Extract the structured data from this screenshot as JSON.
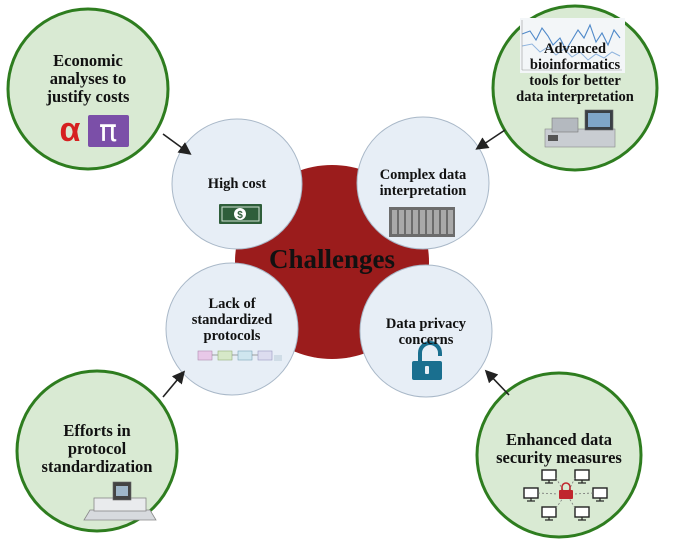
{
  "center": {
    "title": "Challenges"
  },
  "challenges": {
    "high_cost": "High cost",
    "complex_data": "Complex data\ninterpretation",
    "lack_protocols": "Lack of\nstandardized\nprotocols",
    "data_privacy": "Data privacy\nconcerns"
  },
  "solutions": {
    "economic": "Economic\nanalyses to\njustify costs",
    "bioinformatics": "Advanced\nbioinformatics\ntools for better\ndata interpretation",
    "standardization": "Efforts in\nprotocol\nstandardization",
    "security": "Enhanced data\nsecurity measures"
  },
  "symbols": {
    "alpha": "α",
    "pi": "π"
  },
  "colors": {
    "center_fill": "#9b1c1c",
    "challenge_fill": "#e7eef6",
    "solution_fill": "#d9ead3",
    "solution_stroke": "#2e7d1f",
    "money_green": "#2f5e3a",
    "lock_blue": "#1a6f8f",
    "pi_purple": "#7b4fa8",
    "alpha_red": "#d62020"
  },
  "icons": [
    "money-icon",
    "server-rack-icon",
    "workflow-icon",
    "padlock-icon",
    "greek-letters-icon",
    "spectrum-chart-icon",
    "lab-instrument-icon",
    "sequencer-device-icon",
    "network-lock-icon"
  ]
}
